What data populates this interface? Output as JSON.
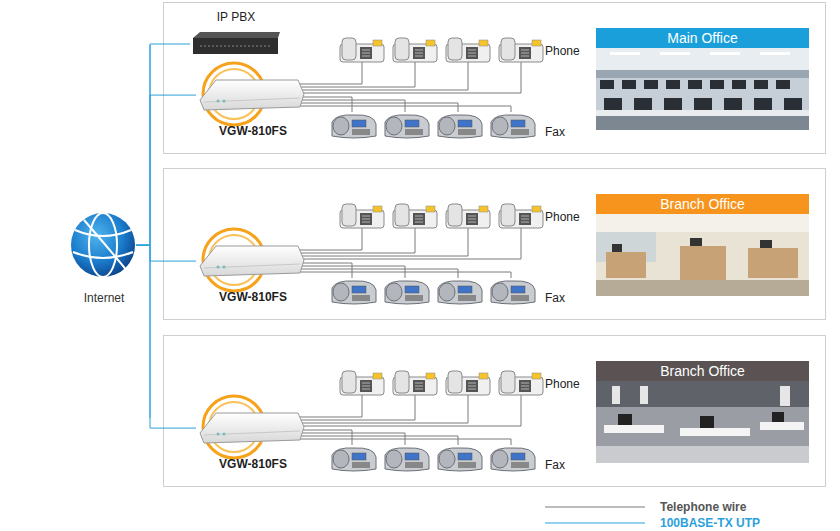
{
  "diagram": {
    "nodes": [
      {
        "text": [
          "Internet"
        ]
      },
      {
        "text": [
          "IP PBX"
        ]
      },
      {
        "text": [
          "VGW-810FS"
        ]
      },
      {
        "text": [
          "Main Office"
        ]
      },
      {
        "text": [
          "VGW-810FS"
        ]
      },
      {
        "text": [
          "Branch Office"
        ]
      },
      {
        "text": [
          "VGW-810FS"
        ]
      },
      {
        "text": [
          "Branch Office"
        ]
      }
    ],
    "edges": [
      {
        "from": 0,
        "to": 1,
        "arrow": "none"
      },
      {
        "from": 0,
        "to": 2,
        "arrow": "none"
      },
      {
        "from": 0,
        "to": 4,
        "arrow": "none"
      },
      {
        "from": 0,
        "to": 6,
        "arrow": "none"
      }
    ],
    "labels": [
      "Phone",
      "Fax",
      "Phone",
      "Fax",
      "Phone",
      "Fax"
    ],
    "legend": [
      {
        "text": "Telephone wire"
      },
      {
        "text": "100BASE-TX UTP"
      }
    ]
  }
}
